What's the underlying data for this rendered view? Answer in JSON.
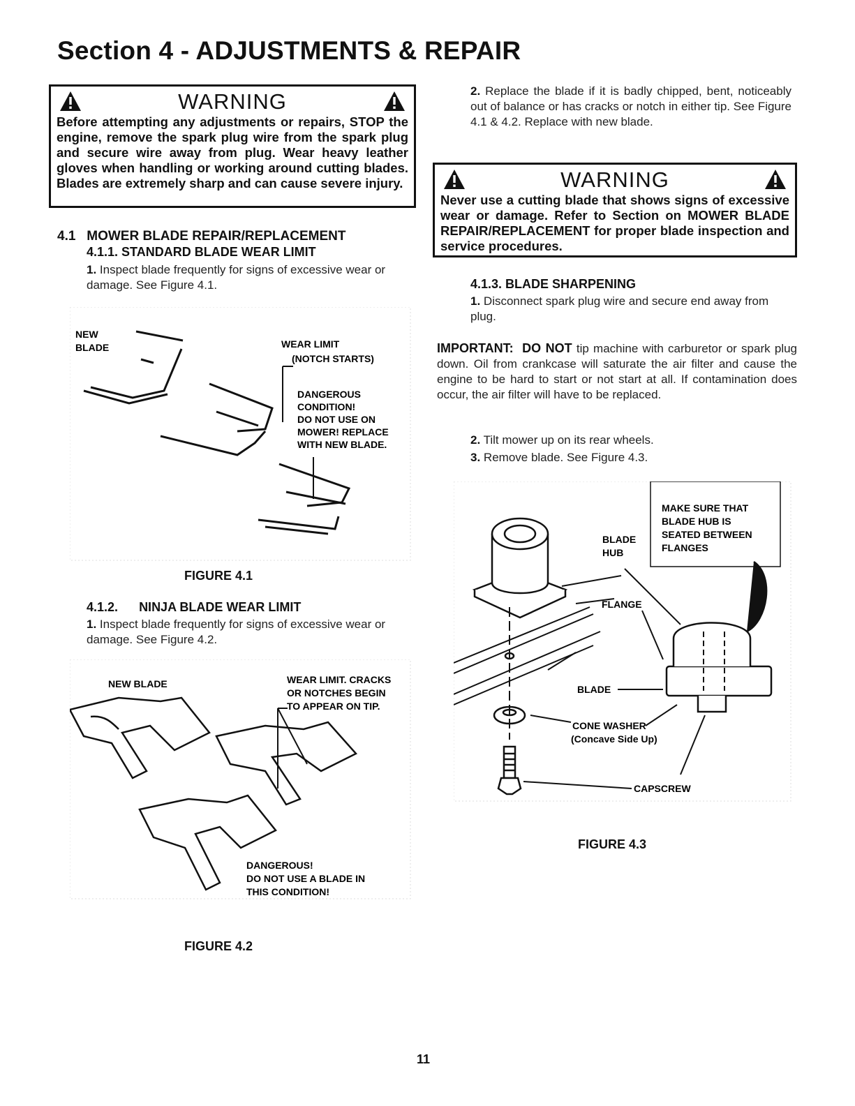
{
  "page_title": "Section 4 - ADJUSTMENTS & REPAIR",
  "warning1": {
    "heading": "WARNING",
    "text": "Before attempting any adjustments or repairs, STOP the engine, remove the spark plug wire from the spark plug and secure wire away from plug. Wear heavy leather gloves when handling or working around cutting blades. Blades are extremely sharp and can cause severe injury."
  },
  "sec41": {
    "number": "4.1",
    "title": "MOWER BLADE REPAIR/REPLACEMENT",
    "sub411": {
      "title": "4.1.1.  STANDARD BLADE WEAR LIMIT",
      "step_num": "1.",
      "step_text": "Inspect blade frequently for signs of excessive wear or damage. See Figure 4.1."
    }
  },
  "figure41": {
    "caption": "FIGURE 4.1",
    "label_new_1": "NEW",
    "label_new_2": "BLADE",
    "label_wear_1": "WEAR LIMIT",
    "label_wear_2": "(NOTCH STARTS)",
    "label_danger_1": "DANGEROUS",
    "label_danger_2": "CONDITION!",
    "label_danger_3": "DO NOT USE ON",
    "label_danger_4": "MOWER! REPLACE",
    "label_danger_5": "WITH NEW BLADE."
  },
  "sub412": {
    "number": "4.1.2.",
    "title": "NINJA BLADE WEAR LIMIT",
    "step_num": "1.",
    "step_text": "Inspect blade frequently for signs of excessive wear or damage. See Figure 4.2."
  },
  "figure42": {
    "caption": "FIGURE 4.2",
    "label_new": "NEW BLADE",
    "label_wear_1": "WEAR LIMIT. CRACKS",
    "label_wear_2": "OR NOTCHES BEGIN",
    "label_wear_3": "TO APPEAR ON TIP.",
    "label_danger_1": "DANGEROUS!",
    "label_danger_2": "DO NOT USE A BLADE IN",
    "label_danger_3": "THIS CONDITION!"
  },
  "right_col": {
    "step2_num": "2.",
    "step2_text": "Replace the blade if it is badly chipped, bent, noticeably out of balance or has cracks or notch in either tip. See Figure 4.1 & 4.2. Replace with new blade."
  },
  "warning2": {
    "heading": "WARNING",
    "text": "Never use a cutting blade that shows signs of excessive wear or damage. Refer to Section on MOWER BLADE REPAIR/REPLACEMENT for proper blade inspection and service procedures."
  },
  "sub413": {
    "title": "4.1.3.  BLADE SHARPENING",
    "step1_num": "1.",
    "step1_text": "Disconnect spark plug wire and secure end away from plug.",
    "important_label": "IMPORTANT:",
    "important_donot": "DO NOT",
    "important_text": "tip machine with carburetor or spark plug down. Oil from crankcase will saturate the air filter and cause the engine to be hard to start or not start at all. If contamination does occur, the air filter will have to be replaced.",
    "step2_num": "2.",
    "step2_text": "Tilt mower up on its rear wheels.",
    "step3_num": "3.",
    "step3_text": "Remove blade. See Figure 4.3."
  },
  "figure43": {
    "caption": "FIGURE 4.3",
    "callout_1": "MAKE SURE THAT",
    "callout_2": "BLADE HUB IS",
    "callout_3": "SEATED BETWEEN",
    "callout_4": "FLANGES",
    "label_hub_1": "BLADE",
    "label_hub_2": "HUB",
    "label_flange": "FLANGE",
    "label_blade": "BLADE",
    "label_washer": "CONE WASHER",
    "label_washer_note": "(Concave Side Up)",
    "label_capscrew": "CAPSCREW"
  },
  "page_number": "11"
}
